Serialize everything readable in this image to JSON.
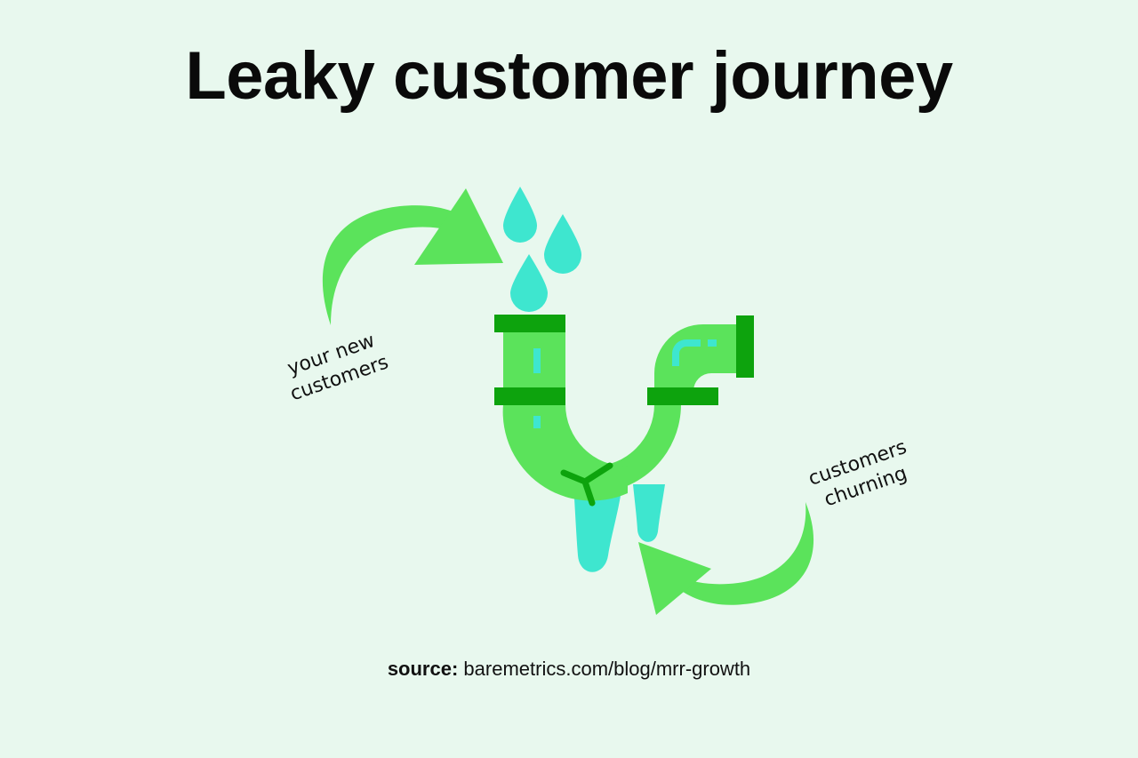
{
  "title": "Leaky customer journey",
  "labels": {
    "new_customers_line1": "your new",
    "new_customers_line2": "customers",
    "churn_line1": "customers",
    "churn_line2": "churning"
  },
  "source": {
    "label": "source:",
    "text": "baremetrics.com/blog/mrr-growth"
  },
  "colors": {
    "background": "#e8f8ee",
    "pipe": "#5be35b",
    "pipe_ring": "#0da30d",
    "water": "#3ee6cf",
    "arrow": "#5be35b"
  },
  "icons": [
    "water-drop-icon",
    "drain-pipe-icon",
    "curved-arrow-icon",
    "crack-icon"
  ]
}
